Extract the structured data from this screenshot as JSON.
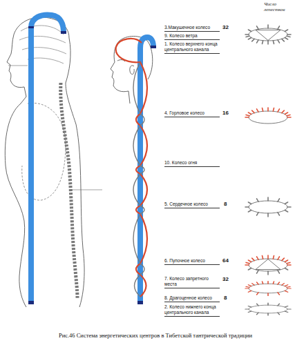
{
  "diagram": {
    "caption": "Рис.46 Система энергетических центров в Тибетской тантрической традиции",
    "labels": [
      "Число лепестков",
      "3.Макушечное колесо",
      "32",
      "9. Колесо ветра",
      "1. Колесо верхнего конца центрального канала",
      "4. Горловое колесо",
      "16",
      "10. Колесо огня",
      "5. Сердечное колесо",
      "8",
      "6. Пупочное колесо",
      "64",
      "7. Колесо запретного места",
      "32",
      "8. Драгоценное колесо",
      "8",
      "2. Колесо нижнего конца центрального канала"
    ]
  }
}
